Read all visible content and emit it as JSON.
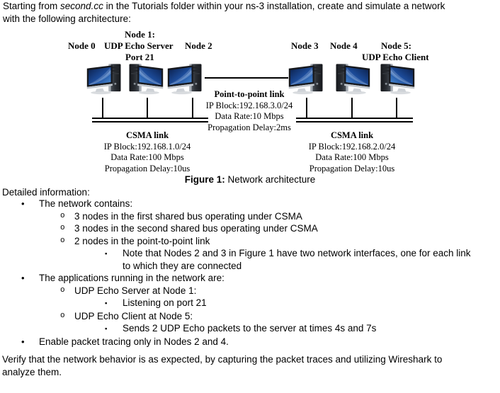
{
  "intro": {
    "prefix": "Starting from ",
    "italic": "second.cc",
    "suffix1": " in the Tutorials folder within your ns-3 installation, create and simulate a network",
    "suffix2": "with the following architecture:"
  },
  "diagram": {
    "labels": {
      "node1": "Node 1:",
      "node0": "Node 0",
      "server": "UDP Echo Server",
      "node2": "Node 2",
      "port": "Port 21",
      "node3": "Node 3",
      "node4": "Node 4",
      "node5": "Node 5:",
      "client": "UDP Echo Client"
    },
    "p2p": {
      "title": "Point-to-point link",
      "ip": "IP Block:192.168.3.0/24",
      "rate": "Data Rate:10 Mbps",
      "delay": "Propagation Delay:2ms"
    },
    "csma_left": {
      "title": "CSMA link",
      "ip": "IP Block:192.168.1.0/24",
      "rate": "Data Rate:100 Mbps",
      "delay": "Propagation Delay:10us"
    },
    "csma_right": {
      "title": "CSMA link",
      "ip": "IP Block:192.168.2.0/24",
      "rate": "Data Rate:100 Mbps",
      "delay": "Propagation Delay:10us"
    },
    "colors": {
      "monitor_screen": "#1d4e9e",
      "line": "#000000"
    }
  },
  "caption": {
    "bold": "Figure 1:",
    "rest": " Network architecture"
  },
  "details": {
    "heading": "Detailed information:",
    "items": [
      {
        "marker": "•",
        "text": "The network contains:"
      },
      {
        "marker": "o",
        "text": "3 nodes in the first shared bus operating under CSMA"
      },
      {
        "marker": "o",
        "text": "3 nodes in the second shared bus operating under CSMA"
      },
      {
        "marker": "o",
        "text": "2 nodes in the point-to-point link"
      },
      {
        "marker": "▪",
        "text": "Note that Nodes 2 and 3 in Figure 1 have two network interfaces, one for each link to which they are connected"
      },
      {
        "marker": "•",
        "text": "The applications running in the network are:"
      },
      {
        "marker": "o",
        "text": "UDP Echo Server at Node 1:"
      },
      {
        "marker": "▪",
        "text": "Listening on port 21"
      },
      {
        "marker": "o",
        "text": "UDP Echo Client at Node 5:"
      },
      {
        "marker": "▪",
        "text": "Sends 2 UDP Echo packets to the server at times 4s and 7s"
      },
      {
        "marker": "•",
        "text": "Enable packet tracing only in Nodes 2 and 4."
      }
    ]
  },
  "outro": {
    "line1": "Verify that the network behavior is as expected, by capturing the packet traces and utilizing Wireshark to",
    "line2": "analyze them."
  }
}
